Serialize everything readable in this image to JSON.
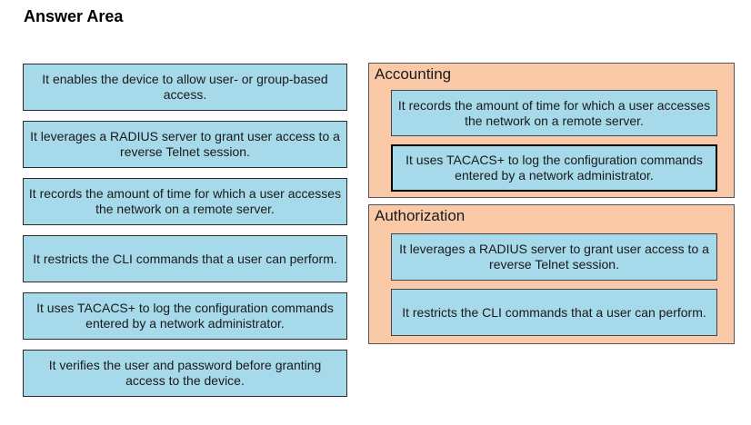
{
  "header": {
    "title": "Answer Area"
  },
  "source_items": [
    "It enables the device to allow user- or group-based access.",
    "It leverages a RADIUS server to grant user access to a reverse Telnet session.",
    "It records the amount of time for which a user accesses the network on a remote server.",
    "It restricts the CLI commands that a user can perform.",
    "It uses TACACS+ to log the configuration commands entered by a network administrator.",
    "It verifies the user and password before granting access to the device."
  ],
  "targets": [
    {
      "label": "Accounting",
      "items": [
        "It records the amount of time for which a user accesses the network on a remote server.",
        "It uses TACACS+ to log the configuration commands entered by a network administrator."
      ]
    },
    {
      "label": "Authorization",
      "items": [
        "It leverages a RADIUS server to grant user access to a reverse Telnet session.",
        "It restricts the CLI commands that a user can perform."
      ]
    }
  ]
}
